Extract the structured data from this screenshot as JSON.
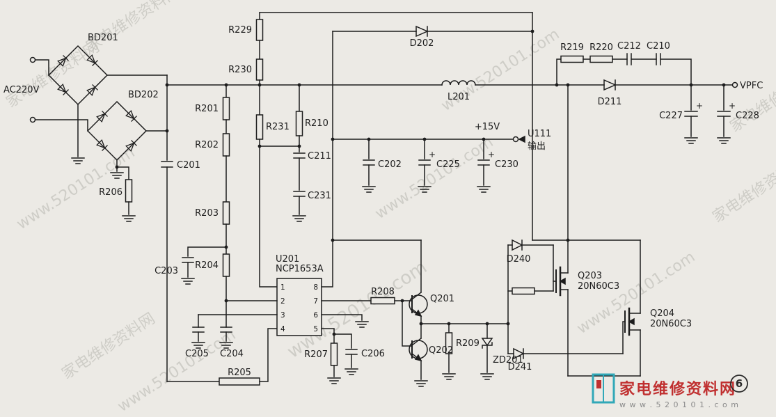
{
  "watermark": {
    "site": "家电维修资料网",
    "url": "www.520101.com"
  },
  "logo": {
    "site": "家电维修资料网",
    "url": "w w w . 5 2 0 1 0 1 . c o m",
    "sheet": "6"
  },
  "labels": {
    "ac220v": "AC220V",
    "bd201": "BD201",
    "bd202": "BD202",
    "c201": "C201",
    "r206": "R206",
    "r201": "R201",
    "r202": "R202",
    "r203": "R203",
    "r204": "R204",
    "r205": "R205",
    "r229": "R229",
    "r230": "R230",
    "r231": "R231",
    "r210": "R210",
    "c211": "C211",
    "c231": "C231",
    "c203": "C203",
    "c205": "C205",
    "c204": "C204",
    "u201": "U201",
    "u201_part": "NCP1653A",
    "pin1": "1",
    "pin2": "2",
    "pin3": "3",
    "pin4": "4",
    "pin5": "5",
    "pin6": "6",
    "pin7": "7",
    "pin8": "8",
    "r207": "R207",
    "c206": "C206",
    "r208": "R208",
    "q201": "Q201",
    "q202": "Q202",
    "r209": "R209",
    "zd201": "ZD201",
    "d240": "D240",
    "d241": "D241",
    "d202": "D202",
    "d211": "D211",
    "l201": "L201",
    "c202": "C202",
    "c225": "C225",
    "c230": "C230",
    "plus15v": "+15V",
    "u111": "U111",
    "u111_out": "输出",
    "r219": "R219",
    "r220": "R220",
    "c212": "C212",
    "c210": "C210",
    "c227": "C227",
    "c228": "C228",
    "vpfc": "VPFC",
    "q203": "Q203",
    "q203_part": "20N60C3",
    "q204": "Q204",
    "q204_part": "20N60C3",
    "plus": "+"
  }
}
